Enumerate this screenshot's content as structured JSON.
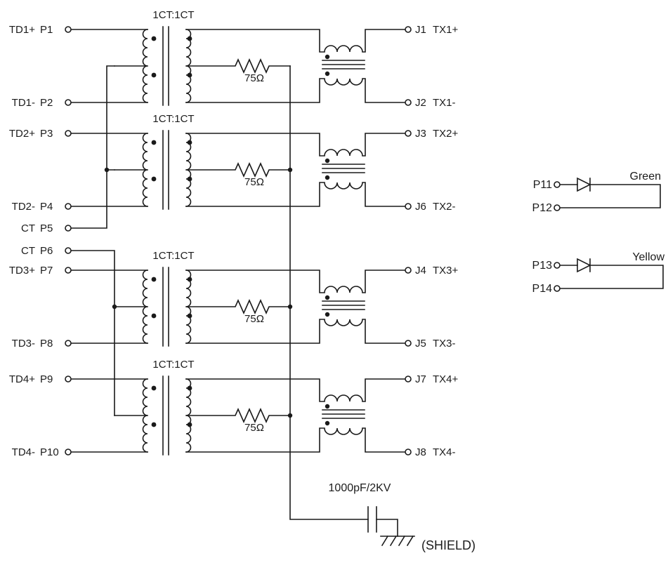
{
  "page": {
    "background": "#ffffff",
    "line_color": "#1a1a1a"
  },
  "channels": [
    {
      "ratio": "1CT:1CT",
      "resistor_value": "75Ω",
      "in_plus_name": "TD1+",
      "in_plus_pin": "P1",
      "in_minus_name": "TD1-",
      "in_minus_pin": "P2",
      "out_plus_pin": "J1",
      "out_plus_name": "TX1+",
      "out_minus_pin": "J2",
      "out_minus_name": "TX1-"
    },
    {
      "ratio": "1CT:1CT",
      "resistor_value": "75Ω",
      "in_plus_name": "TD2+",
      "in_plus_pin": "P3",
      "in_minus_name": "TD2-",
      "in_minus_pin": "P4",
      "out_plus_pin": "J3",
      "out_plus_name": "TX2+",
      "out_minus_pin": "J6",
      "out_minus_name": "TX2-"
    },
    {
      "ratio": "1CT:1CT",
      "resistor_value": "75Ω",
      "in_plus_name": "TD3+",
      "in_plus_pin": "P7",
      "in_minus_name": "TD3-",
      "in_minus_pin": "P8",
      "out_plus_pin": "J4",
      "out_plus_name": "TX3+",
      "out_minus_pin": "J5",
      "out_minus_name": "TX3-"
    },
    {
      "ratio": "1CT:1CT",
      "resistor_value": "75Ω",
      "in_plus_name": "TD4+",
      "in_plus_pin": "P9",
      "in_minus_name": "TD4-",
      "in_minus_pin": "P10",
      "out_plus_pin": "J7",
      "out_plus_name": "TX4+",
      "out_minus_pin": "J8",
      "out_minus_name": "TX4-"
    }
  ],
  "center_taps": [
    {
      "name": "CT",
      "pin": "P5"
    },
    {
      "name": "CT",
      "pin": "P6"
    }
  ],
  "leds": [
    {
      "top_pin": "P11",
      "bottom_pin": "P12",
      "color_label": "Green"
    },
    {
      "top_pin": "P13",
      "bottom_pin": "P14",
      "color_label": "Yellow"
    }
  ],
  "capacitor": {
    "value": "1000pF/2KV"
  },
  "shield": {
    "label": "(SHIELD)"
  }
}
